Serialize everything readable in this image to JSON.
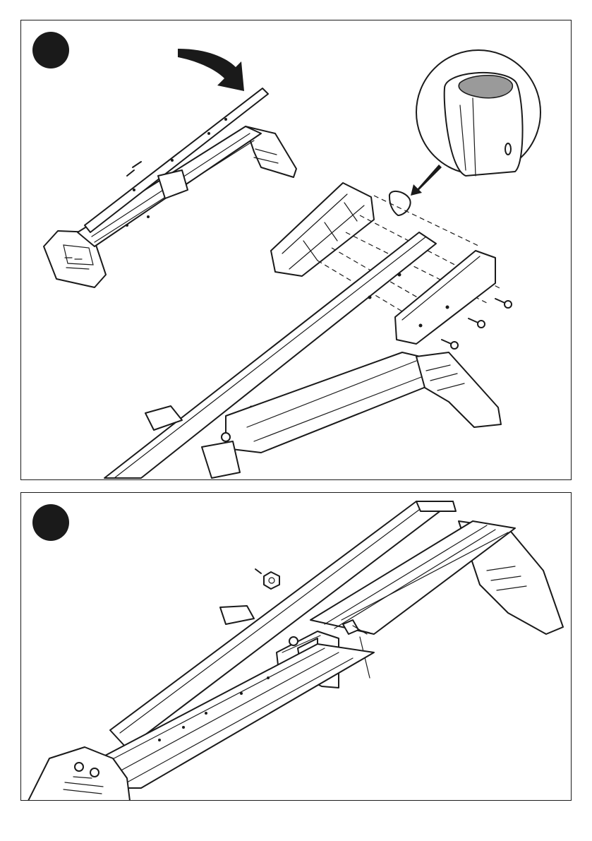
{
  "figure": {
    "panels": [
      {
        "id": "step-1",
        "parts": [
          "folded-frame",
          "end-cap",
          "rubber-cap",
          "rail",
          "rail-cover",
          "screws",
          "detail-magnifier"
        ]
      },
      {
        "id": "step-2",
        "parts": [
          "frame-rail",
          "nut",
          "bolt",
          "carriage",
          "front-foot"
        ]
      }
    ],
    "icons": {
      "step_marker": "filled-circle",
      "rotate_arrow": "curved-arrow",
      "pointer_arrow": "straight-arrow"
    },
    "colors": {
      "ink": "#1a1a1a",
      "highlight": "#9a9a9a",
      "paper": "#ffffff"
    }
  }
}
